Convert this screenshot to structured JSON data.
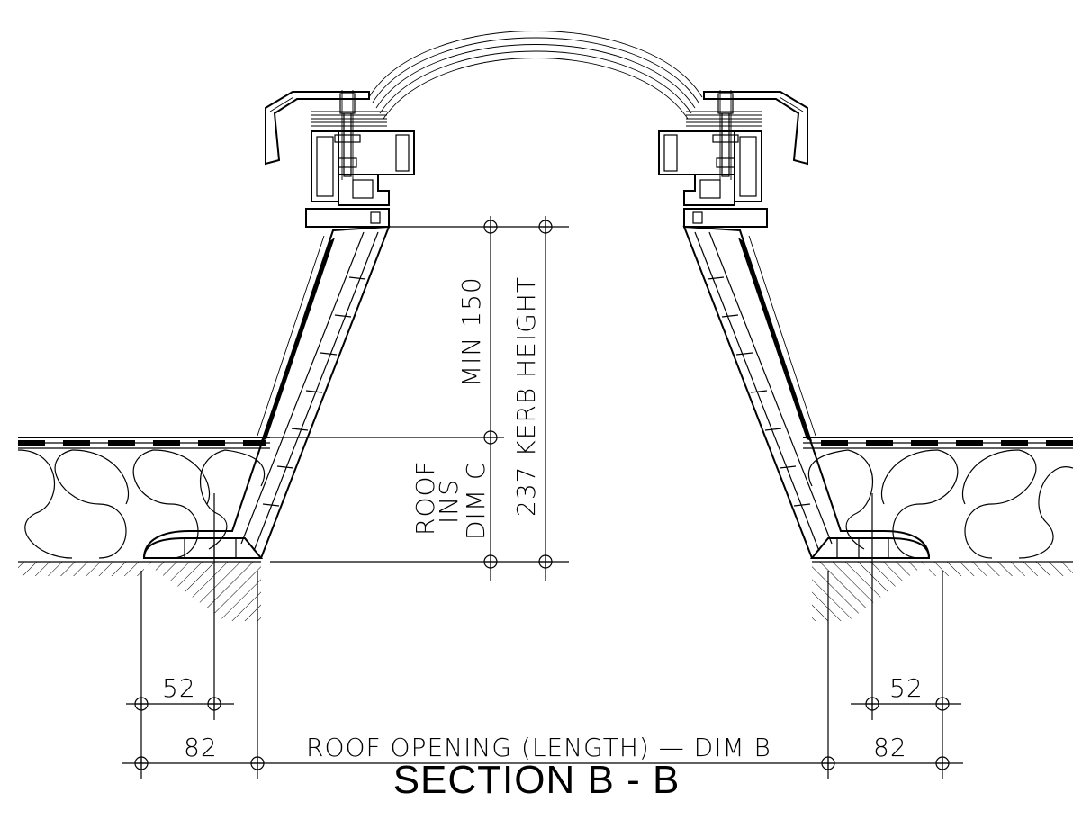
{
  "drawing": {
    "title": "SECTION  B - B",
    "labels": {
      "min_150": "MIN 150",
      "kerb_height": "237 KERB HEIGHT",
      "roof": "ROOF",
      "ins": "INS",
      "dim_c": "DIM C",
      "dim_52_left": "52",
      "dim_82_left": "82",
      "dim_52_right": "52",
      "dim_82_right": "82",
      "roof_opening": "ROOF  OPENING  (LENGTH)  —  DIM  B"
    }
  }
}
